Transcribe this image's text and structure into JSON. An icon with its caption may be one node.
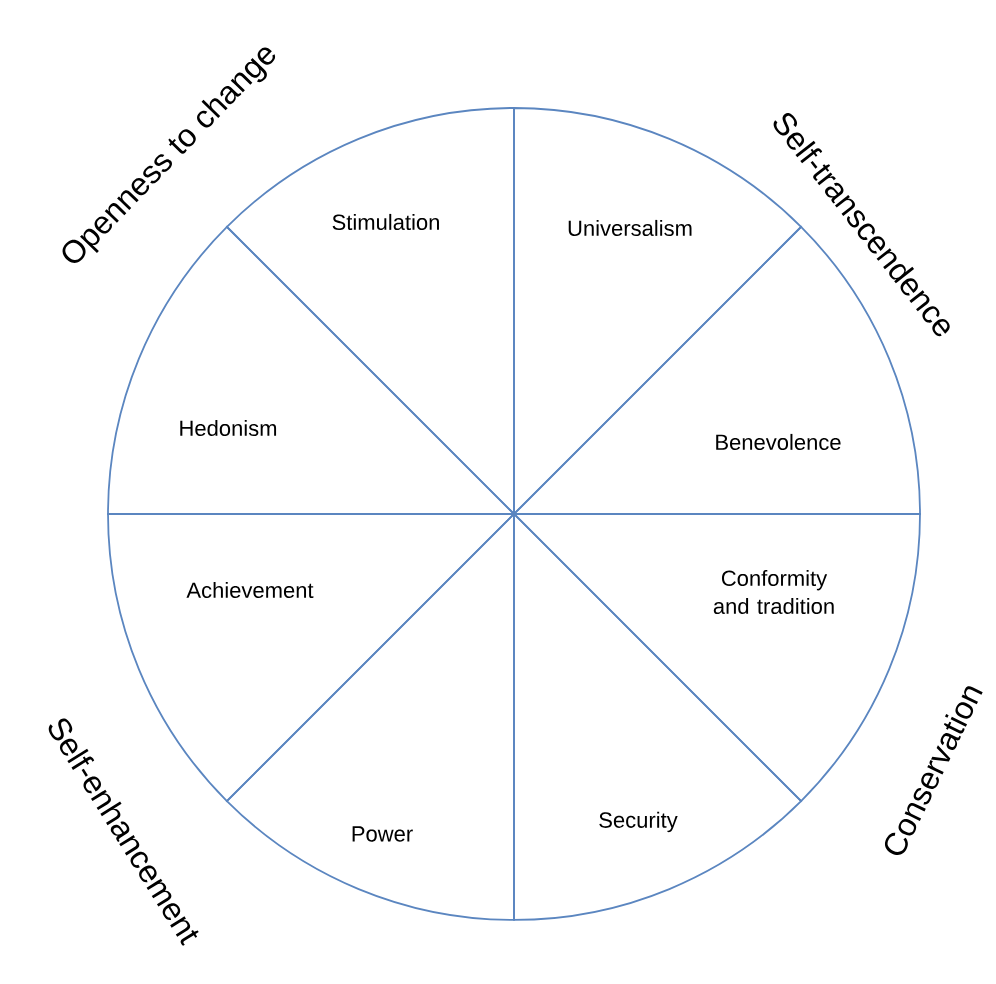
{
  "diagram": {
    "nodes": [
      {
        "text": [
          "Stimulation"
        ]
      },
      {
        "text": [
          "Universalism"
        ]
      },
      {
        "text": [
          "Hedonism"
        ]
      },
      {
        "text": [
          "Benevolence"
        ]
      },
      {
        "text": [
          "Achievement"
        ]
      },
      {
        "text": [
          "Conformity and tradition"
        ]
      },
      {
        "text": [
          "Power"
        ]
      },
      {
        "text": [
          "Security"
        ]
      }
    ],
    "labels": [
      "Openness to change",
      "Self-transcendence",
      "Self-enhancement",
      "Conservation"
    ]
  }
}
